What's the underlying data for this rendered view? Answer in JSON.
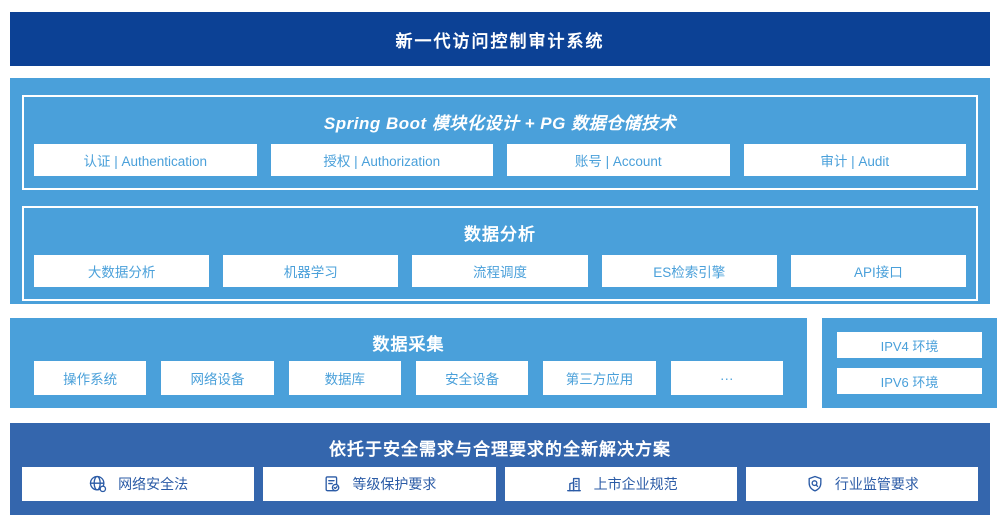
{
  "colors": {
    "header_bg": "#0c4195",
    "light_blue": "#4aa0da",
    "solution_bg": "#3466ad",
    "solution_text": "#2b5ba6",
    "box_text": "#4aa0da",
    "white": "#ffffff"
  },
  "header": {
    "title": "新一代访问控制审计系统"
  },
  "platform": {
    "sections": [
      {
        "title": "Spring Boot 模块化设计 + PG 数据仓储技术",
        "boxes": [
          "认证 | Authentication",
          "授权 | Authorization",
          "账号 | Account",
          "审计 | Audit"
        ]
      },
      {
        "title": "数据分析",
        "boxes": [
          "大数据分析",
          "机器学习",
          "流程调度",
          "ES检索引擎",
          "API接口"
        ]
      }
    ]
  },
  "collection": {
    "title": "数据采集",
    "boxes": [
      "操作系统",
      "网络设备",
      "数据库",
      "安全设备",
      "第三方应用",
      "···"
    ]
  },
  "environment": {
    "boxes": [
      "IPV4 环境",
      "IPV6 环境"
    ]
  },
  "solution": {
    "title": "依托于安全需求与合理要求的全新解决方案",
    "boxes": [
      {
        "icon": "globe-icon",
        "label": "网络安全法"
      },
      {
        "icon": "document-check-icon",
        "label": "等级保护要求"
      },
      {
        "icon": "building-icon",
        "label": "上市企业规范"
      },
      {
        "icon": "shield-search-icon",
        "label": "行业监管要求"
      }
    ]
  }
}
